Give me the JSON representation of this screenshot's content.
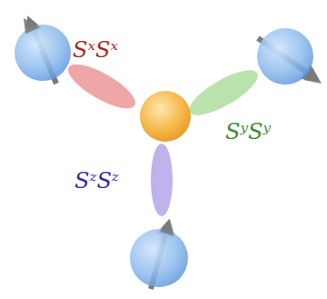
{
  "diagram": {
    "labels": [
      "SˣSˣ",
      "SʸSʸ",
      "SᶻSᶻ"
    ]
  }
}
